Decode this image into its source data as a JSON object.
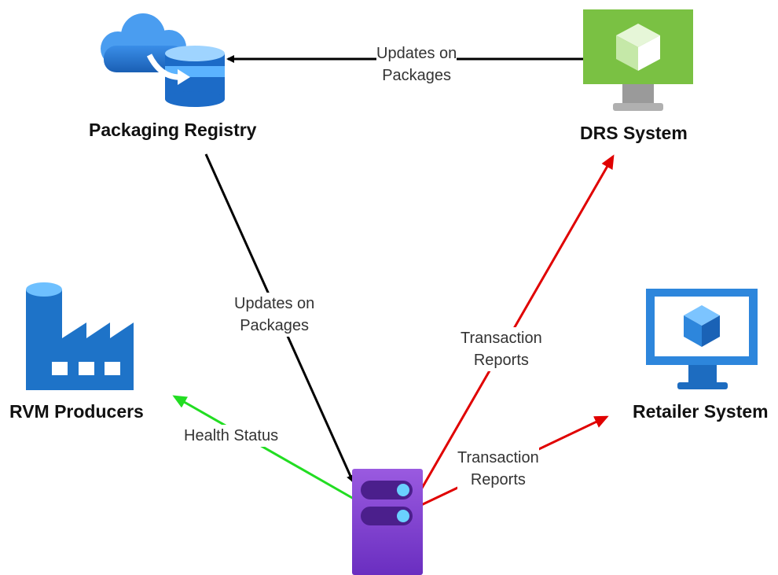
{
  "nodes": {
    "packaging_registry": {
      "label": "Packaging Registry",
      "icon": "cloud-database-icon"
    },
    "drs_system": {
      "label": "DRS System",
      "icon": "monitor-cube-icon"
    },
    "rvm_producers": {
      "label": "RVM Producers",
      "icon": "factory-icon"
    },
    "retailer_system": {
      "label": "Retailer System",
      "icon": "monitor-cube-icon"
    },
    "central_server": {
      "label": "",
      "icon": "server-icon"
    }
  },
  "edges": {
    "drs_to_registry": {
      "line1": "Updates on",
      "line2": "Packages",
      "color": "#000000"
    },
    "registry_to_server": {
      "line1": "Updates on",
      "line2": "Packages",
      "color": "#000000"
    },
    "server_to_drs": {
      "line1": "Transaction",
      "line2": "Reports",
      "color": "#e00000"
    },
    "server_to_retailer": {
      "line1": "Transaction",
      "line2": "Reports",
      "color": "#e00000"
    },
    "server_to_rvm": {
      "line1": "Health Status",
      "color": "#22dd22"
    }
  },
  "colors": {
    "drs_green": "#7ac143",
    "azure_blue": "#1e73c8",
    "server_purple": "#7a3ec9"
  }
}
